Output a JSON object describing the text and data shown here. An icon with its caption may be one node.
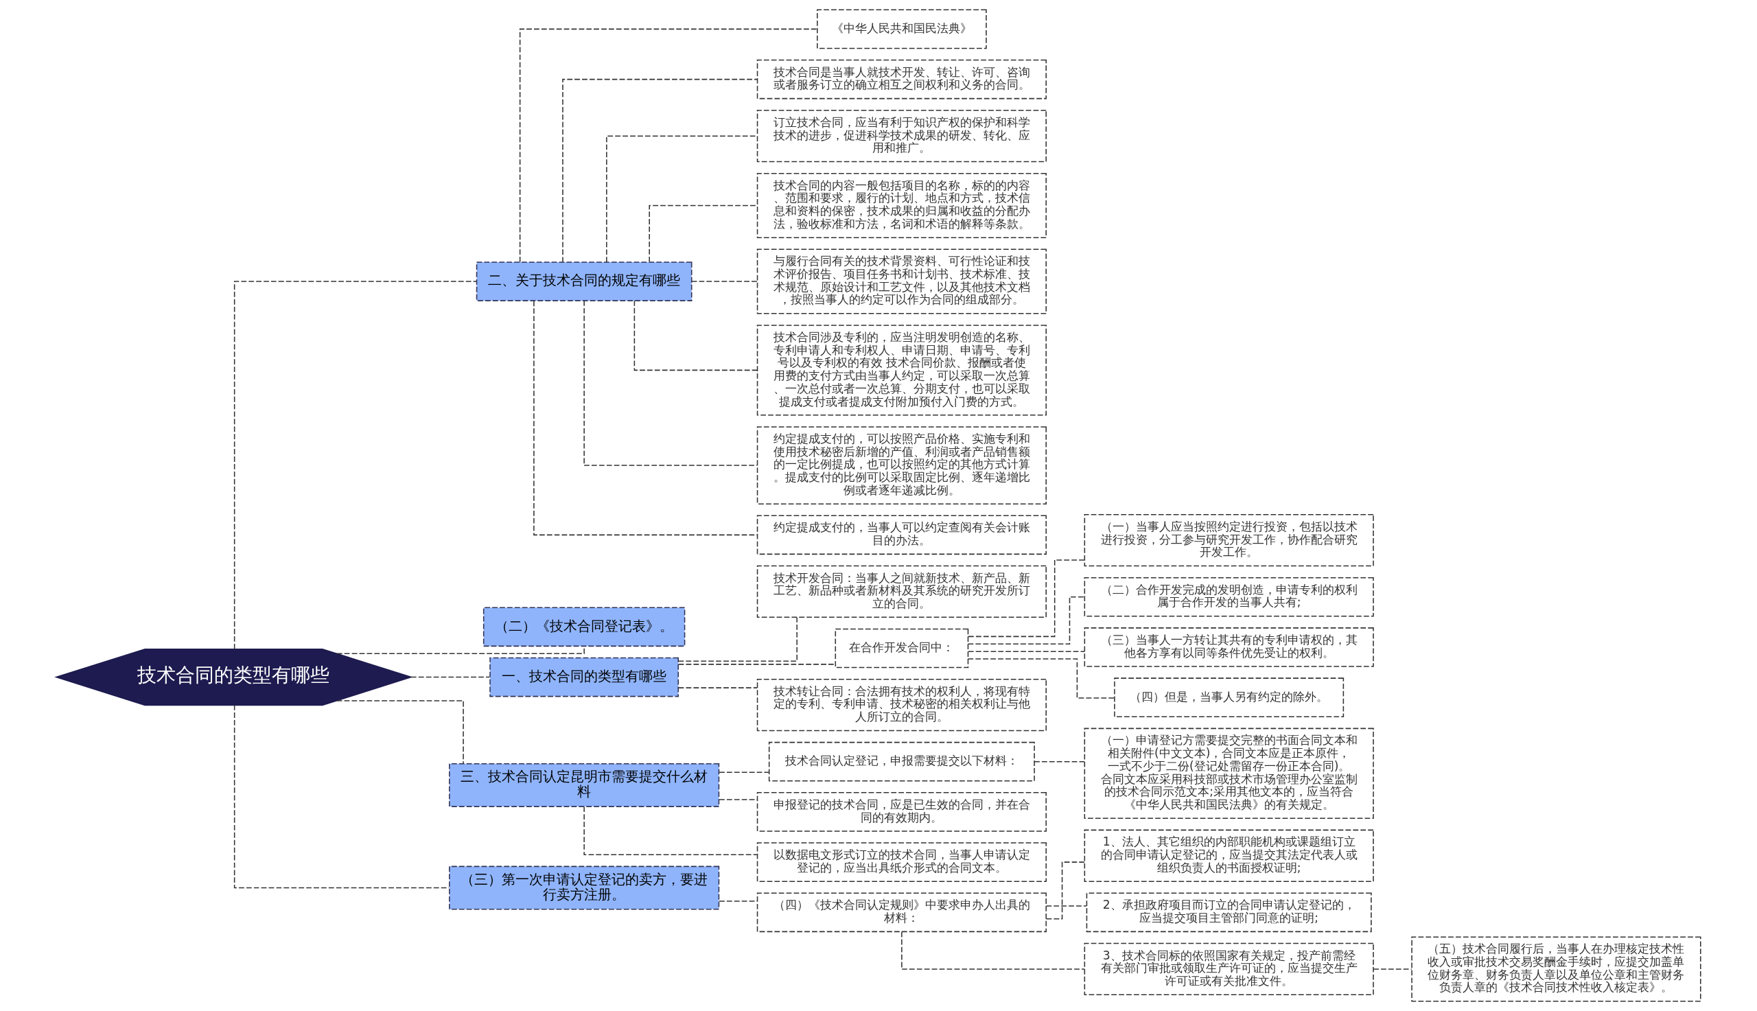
{
  "diagram": {
    "nodes": [
      {
        "text": [
          "技术合同的类型有哪些"
        ]
      },
      {
        "text": [
          "二、关于技术合同的规定有哪些"
        ]
      },
      {
        "text": [
          "《中华人民共和国民法典》"
        ]
      },
      {
        "text": [
          "技术合同是当事人就技术开发、转让、许可、咨询或者服务订立的确立相互之间权利和义务的合同。"
        ]
      },
      {
        "text": [
          "订立技术合同，应当有利于知识产权的保护和科学技术的进步，促进科学技术成果的研发、转化、应用和推广。"
        ]
      },
      {
        "text": [
          "技术合同的内容一般包括项目的名称，标的的内容、范围和要求，履行的计划、地点和方式，技术信息和资料的保密，技术成果的归属和收益的分配办法，验收标准和方法，名词和术语的解释等条款。"
        ]
      },
      {
        "text": [
          "与履行合同有关的技术背景资料、可行性论证和技术评价报告、项目任务书和计划书、技术标准、技术规范、原始设计和工艺文件，以及其他技术文档，按照当事人的约定可以作为合同的组成部分。"
        ]
      },
      {
        "text": [
          "技术合同涉及专利的，应当注明发明创造的名称、专利申请人和专利权人、申请日期、申请号、专利号以及专利权的有效 技术合同价款、报酬或者使用费的支付方式由当事人约定，可以采取一次总算、一次总付或者一次总算、分期支付，也可以采取提成支付或者提成支付附加预付入门费的方式。"
        ]
      },
      {
        "text": [
          "约定提成支付的，可以按照产品价格、实施专利和使用技术秘密后新增的产值、利润或者产品销售额的一定比例提成，也可以按照约定的其他方式计算。提成支付的比例可以采取固定比例、逐年递增比例或者逐年递减比例。"
        ]
      },
      {
        "text": [
          "约定提成支付的，当事人可以约定查阅有关会计账目的办法。"
        ]
      },
      {
        "text": [
          "（二）《技术合同登记表》。"
        ]
      },
      {
        "text": [
          "一、技术合同的类型有哪些"
        ]
      },
      {
        "text": [
          "技术开发合同：当事人之间就新技术、新产品、新工艺、新品种或者新材料及其系统的研究开发所订立的合同。"
        ]
      },
      {
        "text": [
          "在合作开发合同中："
        ]
      },
      {
        "text": [
          "（一）当事人应当按照约定进行投资，包括以技术进行投资，分工参与研究开发工作，协作配合研究开发工作。"
        ]
      },
      {
        "text": [
          "（二）合作开发完成的发明创造，申请专利的权利属于合作开发的当事人共有;"
        ]
      },
      {
        "text": [
          "（三）当事人一方转让其共有的专利申请权的，其他各方享有以同等条件优先受让的权利。"
        ]
      },
      {
        "text": [
          "（四）但是，当事人另有约定的除外。"
        ]
      },
      {
        "text": [
          "技术转让合同：合法拥有技术的权利人，将现有特定的专利、专利申请、技术秘密的相关权利让与他人所订立的合同。"
        ]
      },
      {
        "text": [
          "三、技术合同认定昆明市需要提交什么材料"
        ]
      },
      {
        "text": [
          "技术合同认定登记，申报需要提交以下材料："
        ]
      },
      {
        "text": [
          "（一）申请登记方需要提交完整的书面合同文本和相关附件(中文文本)，合同文本应是正本原件，一式不少于二份(登记处需留存一份正本合同)。合同文本应采用科技部或技术市场管理办公室监制的技术合同示范文本;采用其他文本的，应当符合《中华人民共和国民法典》的有关规定。"
        ]
      },
      {
        "text": [
          "申报登记的技术合同，应是已生效的合同，并在合同的有效期内。"
        ]
      },
      {
        "text": [
          "以数据电文形式订立的技术合同，当事人申请认定登记的，应当出具纸介形式的合同文本。"
        ]
      },
      {
        "text": [
          "（三）第一次申请认定登记的卖方，要进行卖方注册。"
        ]
      },
      {
        "text": [
          "（四）《技术合同认定规则》中要求申办人出具的材料："
        ]
      },
      {
        "text": [
          "1、法人、其它组织的内部职能机构或课题组订立的合同申请认定登记的，应当提交其法定代表人或组织负责人的书面授权证明;"
        ]
      },
      {
        "text": [
          "2、承担政府项目而订立的合同申请认定登记的，应当提交项目主管部门同意的证明;"
        ]
      },
      {
        "text": [
          "3、技术合同标的依照国家有关规定，投产前需经有关部门审批或领取生产许可证的，应当提交生产许可证或有关批准文件。"
        ]
      },
      {
        "text": [
          "（五）技术合同履行后，当事人在办理核定技术性收入或审批技术交易奖酬金手续时，应提交加盖单位财务章、财务负责人章以及单位公章和主管财务负责人章的《技术合同技术性收入核定表》。"
        ]
      }
    ],
    "edges": [
      {
        "from": 0,
        "to": 1,
        "arrow": "none",
        "style": "dashed"
      },
      {
        "from": 1,
        "to": 2,
        "arrow": "none",
        "style": "dashed"
      },
      {
        "from": 1,
        "to": 3,
        "arrow": "none",
        "style": "dashed"
      },
      {
        "from": 1,
        "to": 4,
        "arrow": "none",
        "style": "dashed"
      },
      {
        "from": 1,
        "to": 5,
        "arrow": "none",
        "style": "dashed"
      },
      {
        "from": 1,
        "to": 6,
        "arrow": "none",
        "style": "dashed"
      },
      {
        "from": 1,
        "to": 7,
        "arrow": "none",
        "style": "dashed"
      },
      {
        "from": 1,
        "to": 8,
        "arrow": "none",
        "style": "dashed"
      },
      {
        "from": 1,
        "to": 9,
        "arrow": "none",
        "style": "dashed"
      },
      {
        "from": 0,
        "to": 10,
        "arrow": "none",
        "style": "dashed"
      },
      {
        "from": 0,
        "to": 11,
        "arrow": "none",
        "style": "dashed"
      },
      {
        "from": 11,
        "to": 12,
        "arrow": "none",
        "style": "dashed"
      },
      {
        "from": 11,
        "to": 13,
        "arrow": "none",
        "style": "dashed"
      },
      {
        "from": 13,
        "to": 14,
        "arrow": "none",
        "style": "dashed"
      },
      {
        "from": 13,
        "to": 15,
        "arrow": "none",
        "style": "dashed"
      },
      {
        "from": 13,
        "to": 16,
        "arrow": "none",
        "style": "dashed"
      },
      {
        "from": 13,
        "to": 17,
        "arrow": "none",
        "style": "dashed"
      },
      {
        "from": 11,
        "to": 18,
        "arrow": "none",
        "style": "dashed"
      },
      {
        "from": 0,
        "to": 19,
        "arrow": "none",
        "style": "dashed"
      },
      {
        "from": 19,
        "to": 20,
        "arrow": "none",
        "style": "dashed"
      },
      {
        "from": 20,
        "to": 21,
        "arrow": "none",
        "style": "dashed"
      },
      {
        "from": 19,
        "to": 22,
        "arrow": "none",
        "style": "dashed"
      },
      {
        "from": 19,
        "to": 23,
        "arrow": "none",
        "style": "dashed"
      },
      {
        "from": 0,
        "to": 24,
        "arrow": "none",
        "style": "dashed"
      },
      {
        "from": 24,
        "to": 25,
        "arrow": "none",
        "style": "dashed"
      },
      {
        "from": 25,
        "to": 26,
        "arrow": "none",
        "style": "dashed"
      },
      {
        "from": 25,
        "to": 27,
        "arrow": "none",
        "style": "dashed"
      },
      {
        "from": 25,
        "to": 28,
        "arrow": "none",
        "style": "dashed"
      },
      {
        "from": 28,
        "to": 29,
        "arrow": "none",
        "style": "dashed"
      }
    ]
  }
}
